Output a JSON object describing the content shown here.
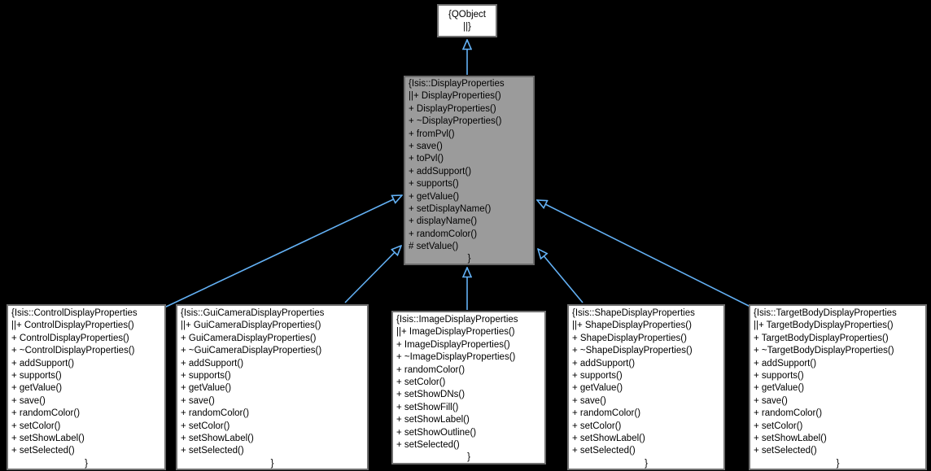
{
  "colors": {
    "background": "#000000",
    "arrow": "#63b1f5",
    "node_fill": "#ffffff",
    "node_border": "#707070",
    "highlight_fill": "#9b9b9b",
    "highlight_border": "#6a6a6a",
    "text": "#000000"
  },
  "diagram": {
    "type": "uml-inheritance-graph",
    "nodes": {
      "qobject": {
        "lines": [
          "{QObject",
          "||}"
        ]
      },
      "display": {
        "lines": [
          "{Isis::DisplayProperties",
          "||+ DisplayProperties()",
          "+ DisplayProperties()",
          "+ ~DisplayProperties()",
          "+ fromPvl()",
          "+ save()",
          "+ toPvl()",
          "+ addSupport()",
          "+ supports()",
          "+ getValue()",
          "+ setDisplayName()",
          "+ displayName()",
          "+ randomColor()",
          "# setValue()",
          "}"
        ]
      },
      "control": {
        "lines": [
          "{Isis::ControlDisplayProperties",
          "||+ ControlDisplayProperties()",
          "+ ControlDisplayProperties()",
          "+ ~ControlDisplayProperties()",
          "+ addSupport()",
          "+ supports()",
          "+ getValue()",
          "+ save()",
          "+ randomColor()",
          "+ setColor()",
          "+ setShowLabel()",
          "+ setSelected()",
          "}"
        ]
      },
      "guicamera": {
        "lines": [
          "{Isis::GuiCameraDisplayProperties",
          "||+ GuiCameraDisplayProperties()",
          "+ GuiCameraDisplayProperties()",
          "+ ~GuiCameraDisplayProperties()",
          "+ addSupport()",
          "+ supports()",
          "+ getValue()",
          "+ save()",
          "+ randomColor()",
          "+ setColor()",
          "+ setShowLabel()",
          "+ setSelected()",
          "}"
        ]
      },
      "image": {
        "lines": [
          "{Isis::ImageDisplayProperties",
          "||+ ImageDisplayProperties()",
          "+ ImageDisplayProperties()",
          "+ ~ImageDisplayProperties()",
          "+ randomColor()",
          "+ setColor()",
          "+ setShowDNs()",
          "+ setShowFill()",
          "+ setShowLabel()",
          "+ setShowOutline()",
          "+ setSelected()",
          "}"
        ]
      },
      "shape": {
        "lines": [
          "{Isis::ShapeDisplayProperties",
          "||+ ShapeDisplayProperties()",
          "+ ShapeDisplayProperties()",
          "+ ~ShapeDisplayProperties()",
          "+ addSupport()",
          "+ supports()",
          "+ getValue()",
          "+ save()",
          "+ randomColor()",
          "+ setColor()",
          "+ setShowLabel()",
          "+ setSelected()",
          "}"
        ]
      },
      "targetbody": {
        "lines": [
          "{Isis::TargetBodyDisplayProperties",
          "||+ TargetBodyDisplayProperties()",
          "+ TargetBodyDisplayProperties()",
          "+ ~TargetBodyDisplayProperties()",
          "+ addSupport()",
          "+ supports()",
          "+ getValue()",
          "+ save()",
          "+ randomColor()",
          "+ setColor()",
          "+ setShowLabel()",
          "+ setSelected()",
          "}"
        ]
      }
    },
    "edges": [
      {
        "from": "Isis::DisplayProperties",
        "to": "QObject",
        "relation": "inherits"
      },
      {
        "from": "Isis::ControlDisplayProperties",
        "to": "Isis::DisplayProperties",
        "relation": "inherits"
      },
      {
        "from": "Isis::GuiCameraDisplayProperties",
        "to": "Isis::DisplayProperties",
        "relation": "inherits"
      },
      {
        "from": "Isis::ImageDisplayProperties",
        "to": "Isis::DisplayProperties",
        "relation": "inherits"
      },
      {
        "from": "Isis::ShapeDisplayProperties",
        "to": "Isis::DisplayProperties",
        "relation": "inherits"
      },
      {
        "from": "Isis::TargetBodyDisplayProperties",
        "to": "Isis::DisplayProperties",
        "relation": "inherits"
      }
    ]
  }
}
